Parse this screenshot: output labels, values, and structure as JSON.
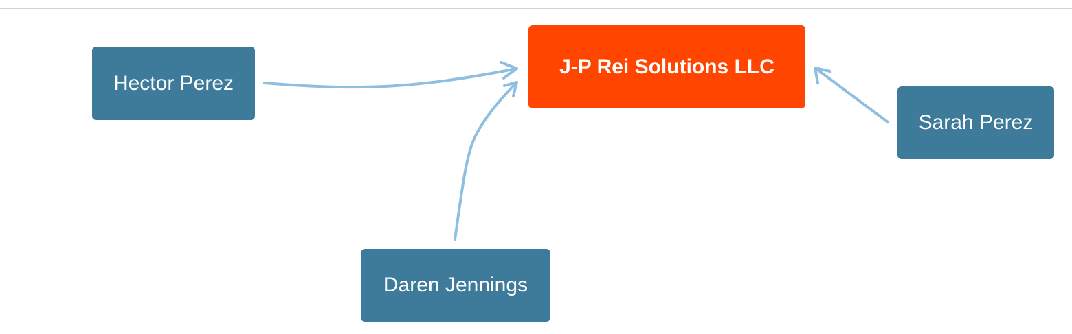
{
  "colors": {
    "person_node": "#3e7b9b",
    "company_node": "#ff4500",
    "edge": "#8ebfe0",
    "node_text": "#ffffff"
  },
  "nodes": {
    "company": {
      "label": "J-P Rei Solutions LLC"
    },
    "hector": {
      "label": "Hector Perez"
    },
    "sarah": {
      "label": "Sarah Perez"
    },
    "daren": {
      "label": "Daren Jennings"
    }
  },
  "edges": [
    {
      "from": "hector",
      "to": "company"
    },
    {
      "from": "daren",
      "to": "company"
    },
    {
      "from": "sarah",
      "to": "company"
    }
  ]
}
